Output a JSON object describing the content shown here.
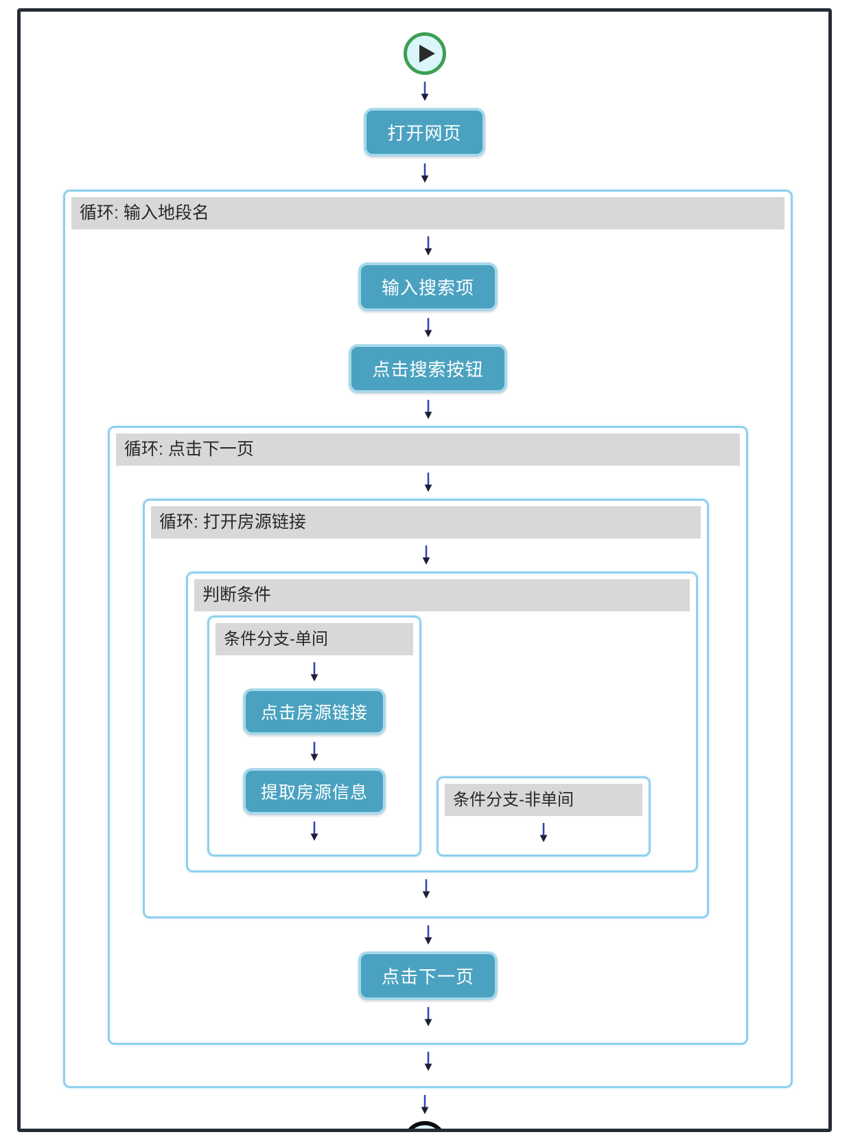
{
  "steps": {
    "open_webpage": "打开网页",
    "input_search": "输入搜索项",
    "click_search": "点击搜索按钮",
    "click_listing": "点击房源链接",
    "extract_listing": "提取房源信息",
    "click_next": "点击下一页"
  },
  "loops": {
    "input_area": "循环: 输入地段名",
    "click_next_page": "循环: 点击下一页",
    "open_listing_links": "循环: 打开房源链接"
  },
  "condition": {
    "title": "判断条件",
    "branch_single": "条件分支-单间",
    "branch_non_single": "条件分支-非单间"
  },
  "icons": {
    "start": "play-icon",
    "end": "stop-icon",
    "connector": "down-arrow-icon"
  },
  "colors": {
    "frame_border": "#262c36",
    "container_border": "#8fd0ee",
    "header_bg": "#d8d8d8",
    "header_text": "#282828",
    "button_bg": "#4aa2c0",
    "button_border": "#a8d8eb",
    "button_text": "#ffffff",
    "node_fill": "#daf6fa",
    "start_ring": "#3d9e52",
    "end_ring": "#0d0d0d",
    "arrow_stem": "#3346b5",
    "arrow_head": "#1d1d38"
  }
}
